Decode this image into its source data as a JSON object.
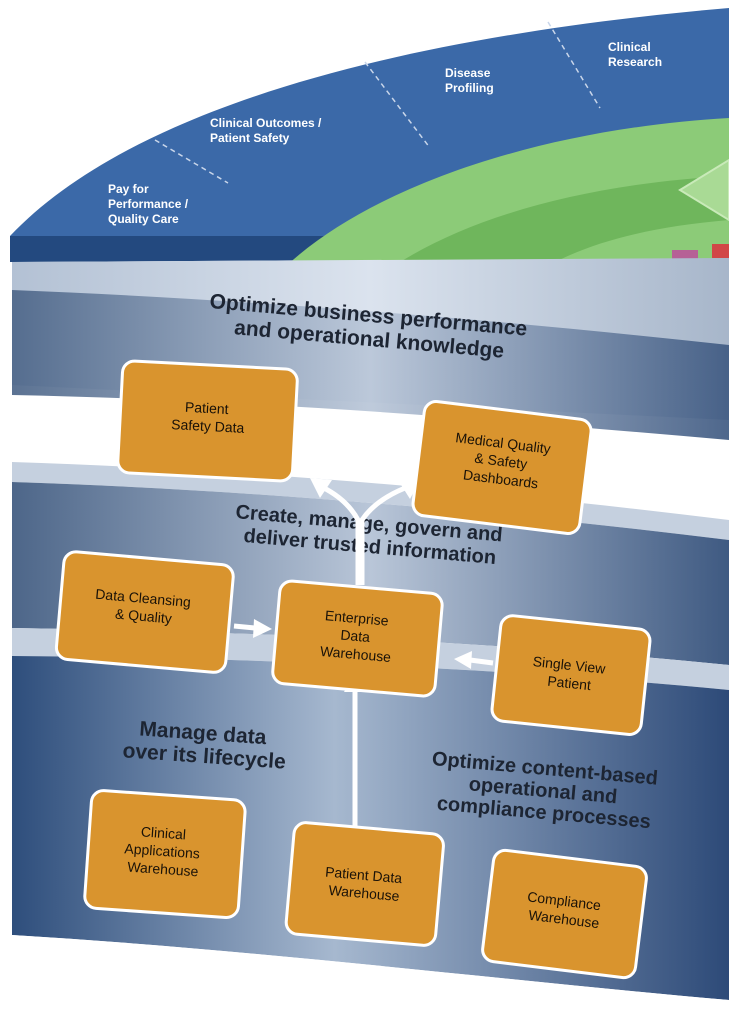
{
  "segments": [
    {
      "lines": [
        "Pay for",
        "Performance /",
        "Quality Care"
      ]
    },
    {
      "lines": [
        "Clinical Outcomes /",
        "Patient Safety"
      ]
    },
    {
      "lines": [
        "Disease",
        "Profiling"
      ]
    },
    {
      "lines": [
        "Clinical",
        "Research"
      ]
    }
  ],
  "layers": {
    "optimize_business": {
      "lines": [
        "Optimize business performance",
        "and operational knowledge"
      ]
    },
    "create_manage": {
      "lines": [
        "Create, manage, govern and",
        "deliver trusted information"
      ]
    },
    "manage_data": {
      "lines": [
        "Manage data",
        "over its lifecycle"
      ]
    },
    "optimize_content": {
      "lines": [
        "Optimize content-based",
        "operational and",
        "compliance processes"
      ]
    }
  },
  "boxes": {
    "patient_safety_data": {
      "lines": [
        "Patient",
        "Safety Data"
      ]
    },
    "medical_quality": {
      "lines": [
        "Medical Quality",
        "& Safety",
        "Dashboards"
      ]
    },
    "data_cleansing": {
      "lines": [
        "Data Cleansing",
        "& Quality"
      ]
    },
    "enterprise_dw": {
      "lines": [
        "Enterprise",
        "Data",
        "Warehouse"
      ]
    },
    "single_view": {
      "lines": [
        "Single View",
        "Patient"
      ]
    },
    "clinical_apps": {
      "lines": [
        "Clinical",
        "Applications",
        "Warehouse"
      ]
    },
    "patient_dw": {
      "lines": [
        "Patient Data",
        "Warehouse"
      ]
    },
    "compliance_wh": {
      "lines": [
        "Compliance",
        "Warehouse"
      ]
    }
  },
  "colors": {
    "top_ring": "#3a68a8",
    "green_band": "#8cc977",
    "box_fill": "#d9942e",
    "layer_light": "#a9b8cc",
    "layer_dark": "#4a6488"
  }
}
